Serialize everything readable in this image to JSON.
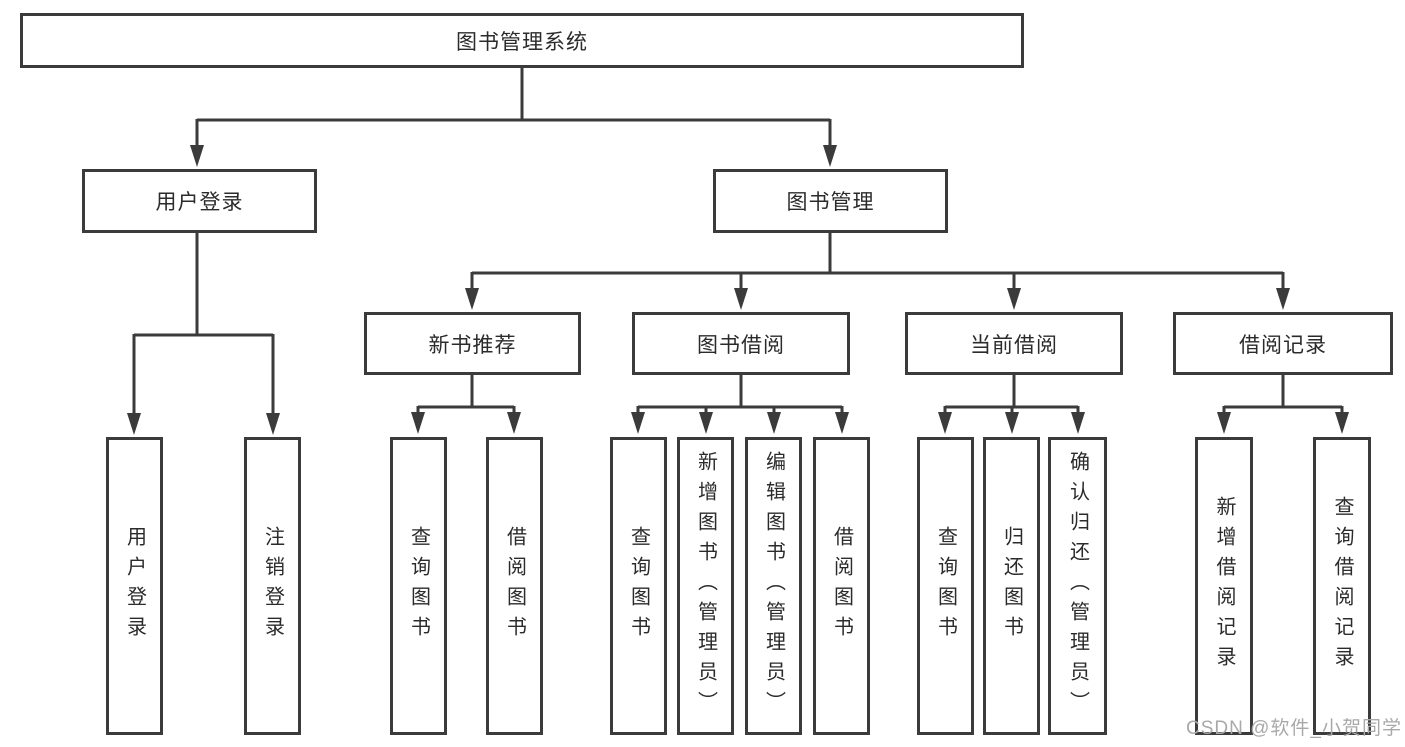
{
  "tree": {
    "label": "图书管理系统",
    "children": [
      {
        "label": "用户登录",
        "children": [
          {
            "label": "用户登录"
          },
          {
            "label": "注销登录"
          }
        ]
      },
      {
        "label": "图书管理",
        "children": [
          {
            "label": "新书推荐",
            "children": [
              {
                "label": "查询图书"
              },
              {
                "label": "借阅图书"
              }
            ]
          },
          {
            "label": "图书借阅",
            "children": [
              {
                "label": "查询图书"
              },
              {
                "label": "新增图书（管理员）"
              },
              {
                "label": "编辑图书（管理员）"
              },
              {
                "label": "借阅图书"
              }
            ]
          },
          {
            "label": "当前借阅",
            "children": [
              {
                "label": "查询图书"
              },
              {
                "label": "归还图书"
              },
              {
                "label": "确认归还（管理员）"
              }
            ]
          },
          {
            "label": "借阅记录",
            "children": [
              {
                "label": "新增借阅记录"
              },
              {
                "label": "查询借阅记录"
              }
            ]
          }
        ]
      }
    ]
  },
  "watermark": "CSDN @软件_小贺同学",
  "colors": {
    "line": "#3b3b3b",
    "text": "#2b2b2b",
    "watermark": "#a9a9a9",
    "background": "#ffffff"
  }
}
